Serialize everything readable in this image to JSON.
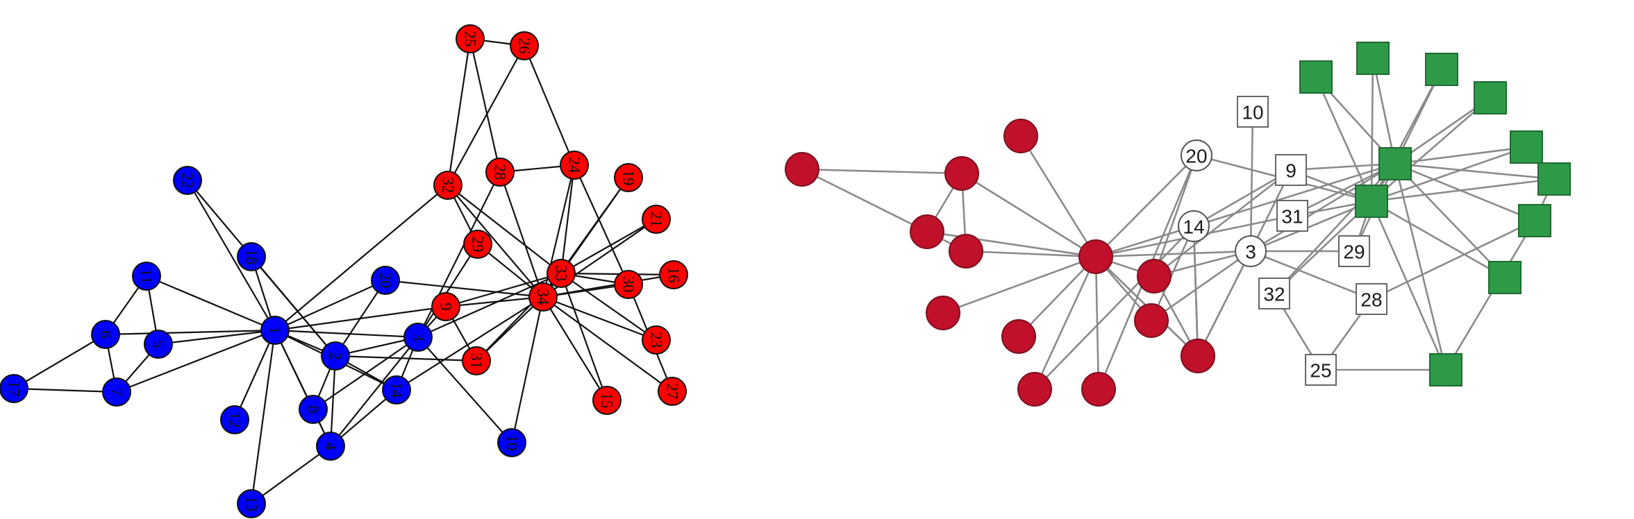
{
  "colors": {
    "left_group_a": "#0000ff",
    "left_group_b": "#ff0000",
    "right_group_a": "#c0102a",
    "right_group_b": "#2e9a48",
    "right_unassigned": "#ffffff",
    "left_edge": "#111111",
    "right_edge": "#8a8a8a"
  },
  "left_graph": {
    "nodes": [
      {
        "id": "1",
        "group": "a"
      },
      {
        "id": "2",
        "group": "a"
      },
      {
        "id": "3",
        "group": "a"
      },
      {
        "id": "4",
        "group": "a"
      },
      {
        "id": "5",
        "group": "a"
      },
      {
        "id": "6",
        "group": "a"
      },
      {
        "id": "7",
        "group": "a"
      },
      {
        "id": "8",
        "group": "a"
      },
      {
        "id": "9",
        "group": "b"
      },
      {
        "id": "10",
        "group": "a"
      },
      {
        "id": "11",
        "group": "a"
      },
      {
        "id": "12",
        "group": "a"
      },
      {
        "id": "13",
        "group": "a"
      },
      {
        "id": "14",
        "group": "a"
      },
      {
        "id": "15",
        "group": "b"
      },
      {
        "id": "16",
        "group": "b"
      },
      {
        "id": "17",
        "group": "a"
      },
      {
        "id": "18",
        "group": "a"
      },
      {
        "id": "19",
        "group": "b"
      },
      {
        "id": "20",
        "group": "a"
      },
      {
        "id": "21",
        "group": "b"
      },
      {
        "id": "22",
        "group": "a"
      },
      {
        "id": "23",
        "group": "b"
      },
      {
        "id": "24",
        "group": "b"
      },
      {
        "id": "25",
        "group": "b"
      },
      {
        "id": "26",
        "group": "b"
      },
      {
        "id": "27",
        "group": "b"
      },
      {
        "id": "28",
        "group": "b"
      },
      {
        "id": "29",
        "group": "b"
      },
      {
        "id": "30",
        "group": "b"
      },
      {
        "id": "31",
        "group": "b"
      },
      {
        "id": "32",
        "group": "b"
      },
      {
        "id": "33",
        "group": "b"
      },
      {
        "id": "34",
        "group": "b"
      }
    ],
    "edges": [
      [
        "1",
        "2"
      ],
      [
        "1",
        "3"
      ],
      [
        "1",
        "4"
      ],
      [
        "1",
        "5"
      ],
      [
        "1",
        "6"
      ],
      [
        "1",
        "7"
      ],
      [
        "1",
        "8"
      ],
      [
        "1",
        "9"
      ],
      [
        "1",
        "11"
      ],
      [
        "1",
        "12"
      ],
      [
        "1",
        "13"
      ],
      [
        "1",
        "14"
      ],
      [
        "1",
        "18"
      ],
      [
        "1",
        "20"
      ],
      [
        "1",
        "22"
      ],
      [
        "1",
        "32"
      ],
      [
        "2",
        "3"
      ],
      [
        "2",
        "4"
      ],
      [
        "2",
        "8"
      ],
      [
        "2",
        "14"
      ],
      [
        "2",
        "18"
      ],
      [
        "2",
        "20"
      ],
      [
        "2",
        "22"
      ],
      [
        "2",
        "31"
      ],
      [
        "3",
        "4"
      ],
      [
        "3",
        "8"
      ],
      [
        "3",
        "9"
      ],
      [
        "3",
        "10"
      ],
      [
        "3",
        "14"
      ],
      [
        "3",
        "28"
      ],
      [
        "3",
        "29"
      ],
      [
        "3",
        "33"
      ],
      [
        "4",
        "8"
      ],
      [
        "4",
        "13"
      ],
      [
        "4",
        "14"
      ],
      [
        "5",
        "7"
      ],
      [
        "5",
        "11"
      ],
      [
        "6",
        "7"
      ],
      [
        "6",
        "11"
      ],
      [
        "6",
        "17"
      ],
      [
        "7",
        "17"
      ],
      [
        "9",
        "31"
      ],
      [
        "9",
        "33"
      ],
      [
        "9",
        "34"
      ],
      [
        "10",
        "34"
      ],
      [
        "14",
        "34"
      ],
      [
        "15",
        "33"
      ],
      [
        "15",
        "34"
      ],
      [
        "16",
        "33"
      ],
      [
        "16",
        "34"
      ],
      [
        "19",
        "33"
      ],
      [
        "19",
        "34"
      ],
      [
        "20",
        "34"
      ],
      [
        "21",
        "33"
      ],
      [
        "21",
        "34"
      ],
      [
        "23",
        "33"
      ],
      [
        "23",
        "34"
      ],
      [
        "24",
        "26"
      ],
      [
        "24",
        "28"
      ],
      [
        "24",
        "30"
      ],
      [
        "24",
        "33"
      ],
      [
        "24",
        "34"
      ],
      [
        "25",
        "26"
      ],
      [
        "25",
        "28"
      ],
      [
        "25",
        "32"
      ],
      [
        "26",
        "32"
      ],
      [
        "27",
        "30"
      ],
      [
        "27",
        "34"
      ],
      [
        "28",
        "34"
      ],
      [
        "29",
        "32"
      ],
      [
        "29",
        "34"
      ],
      [
        "30",
        "33"
      ],
      [
        "30",
        "34"
      ],
      [
        "31",
        "33"
      ],
      [
        "31",
        "34"
      ],
      [
        "32",
        "33"
      ],
      [
        "32",
        "34"
      ],
      [
        "33",
        "34"
      ]
    ]
  },
  "right_graph": {
    "nodes": [
      {
        "id": "r1",
        "label": "",
        "group": "a",
        "shape": "circle"
      },
      {
        "id": "r2",
        "label": "",
        "group": "a",
        "shape": "circle"
      },
      {
        "id": "r3",
        "label": "",
        "group": "a",
        "shape": "circle"
      },
      {
        "id": "r4",
        "label": "",
        "group": "a",
        "shape": "circle"
      },
      {
        "id": "r5",
        "label": "",
        "group": "a",
        "shape": "circle"
      },
      {
        "id": "r6",
        "label": "",
        "group": "a",
        "shape": "circle"
      },
      {
        "id": "r7",
        "label": "",
        "group": "a",
        "shape": "circle"
      },
      {
        "id": "r8",
        "label": "",
        "group": "a",
        "shape": "circle"
      },
      {
        "id": "r9",
        "label": "",
        "group": "a",
        "shape": "circle"
      },
      {
        "id": "r10",
        "label": "",
        "group": "a",
        "shape": "circle"
      },
      {
        "id": "r11",
        "label": "",
        "group": "a",
        "shape": "circle"
      },
      {
        "id": "r12",
        "label": "",
        "group": "a",
        "shape": "circle"
      },
      {
        "id": "r13",
        "label": "",
        "group": "a",
        "shape": "circle"
      },
      {
        "id": "r14",
        "label": "",
        "group": "a",
        "shape": "circle"
      },
      {
        "id": "c20",
        "label": "20",
        "group": "u",
        "shape": "circle"
      },
      {
        "id": "c14",
        "label": "14",
        "group": "u",
        "shape": "circle"
      },
      {
        "id": "c3",
        "label": "3",
        "group": "u",
        "shape": "circle"
      },
      {
        "id": "s10",
        "label": "10",
        "group": "u",
        "shape": "square"
      },
      {
        "id": "s9",
        "label": "9",
        "group": "u",
        "shape": "square"
      },
      {
        "id": "s31",
        "label": "31",
        "group": "u",
        "shape": "square"
      },
      {
        "id": "s29",
        "label": "29",
        "group": "u",
        "shape": "square"
      },
      {
        "id": "s32",
        "label": "32",
        "group": "u",
        "shape": "square"
      },
      {
        "id": "s28",
        "label": "28",
        "group": "u",
        "shape": "square"
      },
      {
        "id": "s25",
        "label": "25",
        "group": "u",
        "shape": "square"
      },
      {
        "id": "g1",
        "label": "",
        "group": "b",
        "shape": "square"
      },
      {
        "id": "g2",
        "label": "",
        "group": "b",
        "shape": "square"
      },
      {
        "id": "g3",
        "label": "",
        "group": "b",
        "shape": "square"
      },
      {
        "id": "g4",
        "label": "",
        "group": "b",
        "shape": "square"
      },
      {
        "id": "g5",
        "label": "",
        "group": "b",
        "shape": "square"
      },
      {
        "id": "g6",
        "label": "",
        "group": "b",
        "shape": "square"
      },
      {
        "id": "g7",
        "label": "",
        "group": "b",
        "shape": "square"
      },
      {
        "id": "g8",
        "label": "",
        "group": "b",
        "shape": "square"
      },
      {
        "id": "g9",
        "label": "",
        "group": "b",
        "shape": "square"
      },
      {
        "id": "g10",
        "label": "",
        "group": "b",
        "shape": "square"
      },
      {
        "id": "g11",
        "label": "",
        "group": "b",
        "shape": "square"
      },
      {
        "id": "g12",
        "label": "",
        "group": "b",
        "shape": "square"
      }
    ],
    "edges": [
      [
        "r1",
        "r2"
      ],
      [
        "r1",
        "r5"
      ],
      [
        "r2",
        "r5"
      ],
      [
        "r2",
        "r4"
      ],
      [
        "r2",
        "r8"
      ],
      [
        "r4",
        "r5"
      ],
      [
        "r4",
        "r8"
      ],
      [
        "r6",
        "r8"
      ],
      [
        "r3",
        "r8"
      ],
      [
        "r5",
        "r8"
      ],
      [
        "r8",
        "r7"
      ],
      [
        "r8",
        "r9"
      ],
      [
        "r8",
        "r12"
      ],
      [
        "r8",
        "r13"
      ],
      [
        "r8",
        "r10"
      ],
      [
        "r8",
        "r11"
      ],
      [
        "r8",
        "c20"
      ],
      [
        "r8",
        "c14"
      ],
      [
        "r8",
        "c3"
      ],
      [
        "r8",
        "s31"
      ],
      [
        "r8",
        "r14"
      ],
      [
        "r9",
        "c14"
      ],
      [
        "r9",
        "c3"
      ],
      [
        "r10",
        "c14"
      ],
      [
        "r10",
        "c3"
      ],
      [
        "r10",
        "r14"
      ],
      [
        "r11",
        "c3"
      ],
      [
        "r11",
        "c14"
      ],
      [
        "r12",
        "c14"
      ],
      [
        "r13",
        "c20"
      ],
      [
        "r14",
        "c3"
      ],
      [
        "r14",
        "s9"
      ],
      [
        "r14",
        "c20"
      ],
      [
        "c20",
        "g11"
      ],
      [
        "c3",
        "s10"
      ],
      [
        "c3",
        "s9"
      ],
      [
        "c3",
        "s29"
      ],
      [
        "c3",
        "s28"
      ],
      [
        "c3",
        "g10"
      ],
      [
        "c3",
        "g11"
      ],
      [
        "c14",
        "g10"
      ],
      [
        "c14",
        "s9"
      ],
      [
        "s9",
        "g10"
      ],
      [
        "s9",
        "g11"
      ],
      [
        "s31",
        "g10"
      ],
      [
        "s31",
        "g11"
      ],
      [
        "s32",
        "g11"
      ],
      [
        "s32",
        "g10"
      ],
      [
        "s32",
        "s25"
      ],
      [
        "s29",
        "g10"
      ],
      [
        "s29",
        "g11"
      ],
      [
        "s28",
        "g7"
      ],
      [
        "s25",
        "s28"
      ],
      [
        "s25",
        "g12"
      ],
      [
        "g12",
        "g7"
      ],
      [
        "g7",
        "g10"
      ],
      [
        "g7",
        "g6"
      ],
      [
        "g6",
        "g10"
      ],
      [
        "g6",
        "g11"
      ],
      [
        "g1",
        "g10"
      ],
      [
        "g1",
        "g11"
      ],
      [
        "g2",
        "g10"
      ],
      [
        "g2",
        "g11"
      ],
      [
        "g3",
        "g10"
      ],
      [
        "g3",
        "g11"
      ],
      [
        "g4",
        "g10"
      ],
      [
        "g4",
        "g11"
      ],
      [
        "g5",
        "g10"
      ],
      [
        "g5",
        "g11"
      ],
      [
        "g8",
        "g10"
      ],
      [
        "g8",
        "g11"
      ],
      [
        "g9",
        "g10"
      ],
      [
        "g9",
        "g11"
      ],
      [
        "g10",
        "g11"
      ]
    ]
  }
}
